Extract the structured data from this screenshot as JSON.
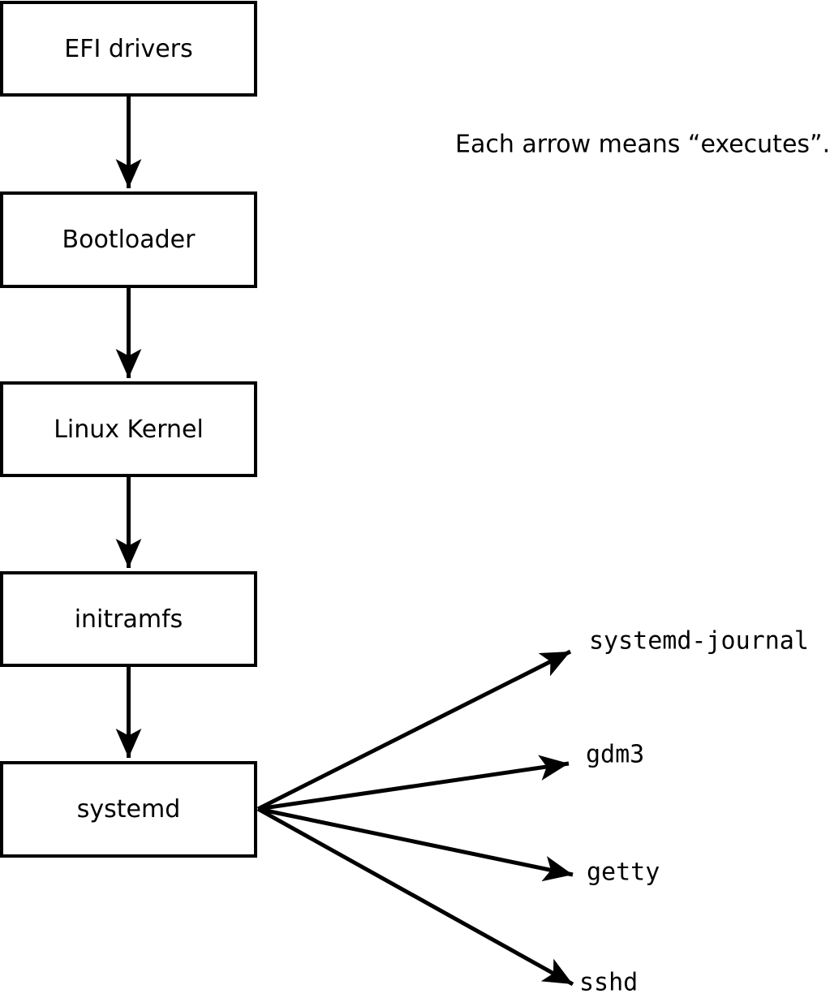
{
  "diagram": {
    "note": "Each arrow means “executes”.",
    "chain": [
      {
        "label": "EFI drivers"
      },
      {
        "label": "Bootloader"
      },
      {
        "label": "Linux Kernel"
      },
      {
        "label": "initramfs"
      },
      {
        "label": "systemd"
      }
    ],
    "branches": [
      {
        "label": "systemd-journal"
      },
      {
        "label": "gdm3"
      },
      {
        "label": "getty"
      },
      {
        "label": "sshd"
      }
    ],
    "colors": {
      "stroke": "#000000",
      "box_fill": "#ffffff",
      "background": "#ffffff",
      "text": "#000000"
    }
  }
}
